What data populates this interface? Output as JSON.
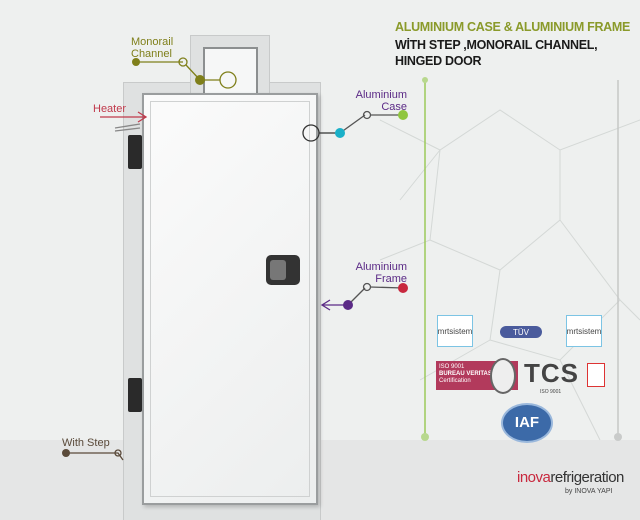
{
  "title": {
    "line1": "ALUMINIUM CASE & ALUMINIUM FRAME",
    "line2": "WİTH STEP ,MONORAIL CHANNEL,",
    "line3": "HINGED DOOR"
  },
  "labels": {
    "monorail": [
      "Monorail",
      "Channel"
    ],
    "heater": "Heater",
    "case": [
      "Aluminium",
      "Case"
    ],
    "frame": [
      "Aluminium",
      "Frame"
    ],
    "step": "With Step"
  },
  "certs": {
    "mrt1": "mrtsistem",
    "tuv": "TÜV",
    "mrt2": "mrtsistem",
    "bv_iso": "ISO 9001",
    "bv_name": "BUREAU VERITAS",
    "bv_cert": "Certification",
    "tcs": "TCS",
    "tcs_iso": "ISO 9001",
    "iaf": "IAF"
  },
  "brand": {
    "inova": "inova",
    "refrigeration": "refrigeration",
    "by": "by INOVA YAPI"
  },
  "colors": {
    "olive": "#7f7f1a",
    "red": "#c0394b",
    "teal": "#1ab0c8",
    "purple": "#5b2a86",
    "crimson": "#c8283e",
    "green": "#8fc63e",
    "brown": "#5a4a3a"
  }
}
